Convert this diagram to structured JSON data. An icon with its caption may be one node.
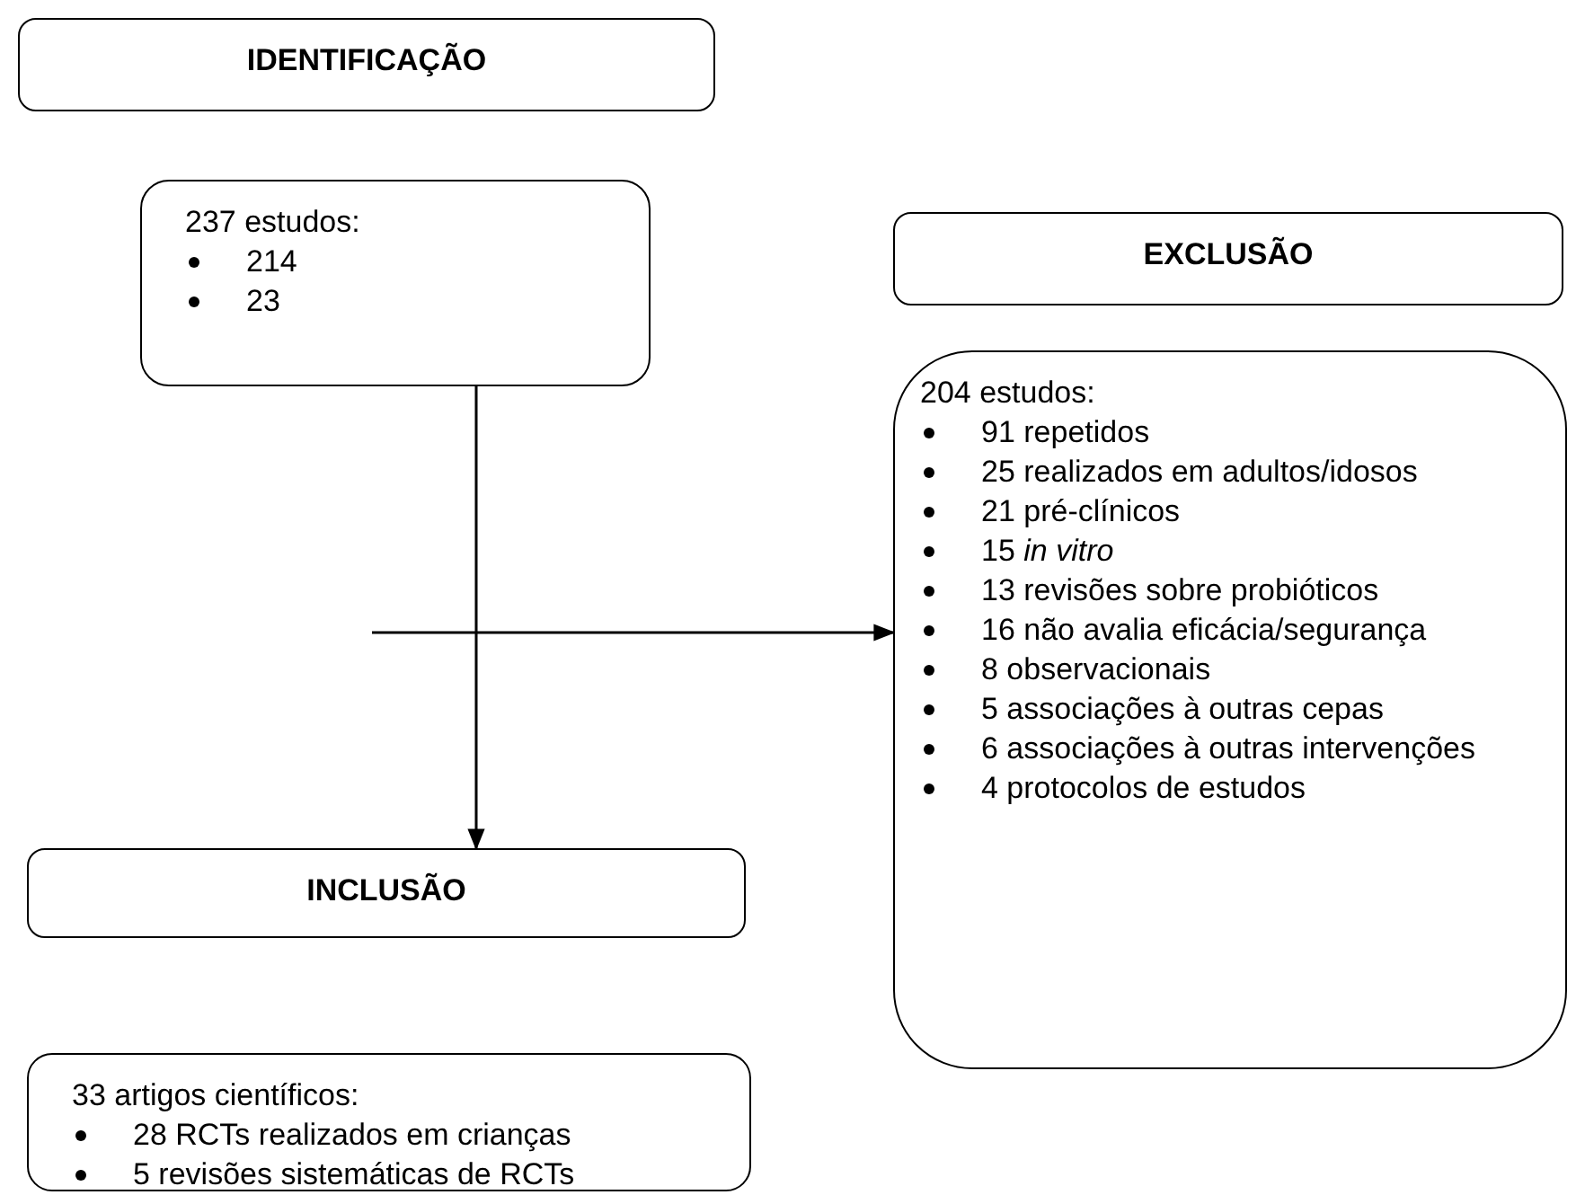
{
  "diagram": {
    "nodes": [
      {
        "text": [
          "IDENTIFICAÇÃO"
        ]
      },
      {
        "text": [
          "237 estudos:",
          "214",
          "23"
        ]
      },
      {
        "text": [
          "EXCLUSÃO"
        ]
      },
      {
        "text": [
          "204 estudos:",
          "91 repetidos",
          "25 realizados em adultos/idosos",
          "21 pré-clínicos",
          "15 *in vitro*",
          "13 revisões sobre probióticos",
          "16 não avalia eficácia/segurança",
          "8 observacionais",
          "5 associações à outras cepas",
          "6 associações à outras intervenções",
          "4 protocolos de estudos"
        ]
      },
      {
        "text": [
          "INCLUSÃO"
        ]
      },
      {
        "text": [
          "33 artigos científicos:",
          "28 RCTs realizados em crianças",
          "5 revisões sistemáticas de RCTs"
        ]
      }
    ],
    "edges": [
      {
        "from": 1,
        "to": 4,
        "arrow": "to"
      },
      {
        "from": null,
        "to": 3,
        "arrow": "to"
      }
    ]
  }
}
